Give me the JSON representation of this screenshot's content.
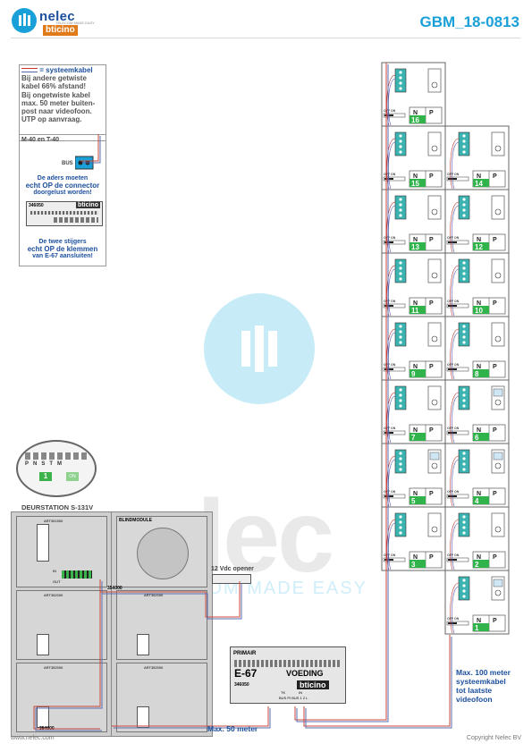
{
  "header": {
    "logo_text": "nelec",
    "logo_sub": "TELECOM MADE EASY",
    "brand2": "bticino",
    "code": "GBM_18-0813"
  },
  "note": {
    "legend": "= systeemkabel",
    "lines": [
      "Bij andere getwiste",
      "kabel 66% afstand!",
      "Bij ongetwiste kabel",
      "max. 50 meter buiten-",
      "post naar videofoon.",
      "UTP op aanvraag."
    ]
  },
  "panel": {
    "title": "M-40 en T-40",
    "bus": "BUS",
    "msg1": [
      "De aders moeten",
      "echt OP de connector",
      "doorgelust worden!"
    ],
    "module_code": "346050",
    "module_brand": "bticino",
    "msg2": [
      "De twee stijgers",
      "echt OP de klemmen",
      "van E-67 aansluiten!"
    ]
  },
  "dip": {
    "labels": [
      "P",
      "N",
      "S",
      "T",
      "M"
    ],
    "value": "1",
    "small": "ON"
  },
  "door_station": {
    "title": "DEURSTATION S-131V",
    "blind": "BLINDMODULE",
    "code1": "ART351500",
    "code2": "ART352000",
    "in": "IN",
    "out": "OUT",
    "tag1": "354000",
    "tag2": "354000"
  },
  "opener": "12 Vdc opener",
  "psu": {
    "primary": "PRIMAIR",
    "model": "E-67",
    "voeding": "VOEDING",
    "code": "346050",
    "brand": "bticino",
    "term_tk": "TK",
    "term_in": "IN",
    "terms": "BUS PI BUS 1 2 L"
  },
  "labels": {
    "max50": "Max. 50 meter",
    "max100": [
      "Max. 100 meter",
      "systeemkabel",
      "tot laatste",
      "videofoon"
    ],
    "website": "www.nelec.com",
    "copyright": "Copyright Nelec BV"
  },
  "watermark": {
    "text": "nelec",
    "sub": "TELECOM MADE EASY"
  },
  "monitors": [
    {
      "n": "16",
      "screen": false
    },
    {
      "n": "15",
      "screen": false
    },
    {
      "n": "14",
      "screen": false
    },
    {
      "n": "13",
      "screen": false
    },
    {
      "n": "12",
      "screen": false
    },
    {
      "n": "11",
      "screen": false
    },
    {
      "n": "10",
      "screen": false
    },
    {
      "n": "9",
      "screen": false
    },
    {
      "n": "8",
      "screen": false
    },
    {
      "n": "7",
      "screen": false
    },
    {
      "n": "6",
      "screen": true
    },
    {
      "n": "5",
      "screen": true
    },
    {
      "n": "4",
      "screen": true
    },
    {
      "n": "3",
      "screen": false
    },
    {
      "n": "2",
      "screen": false
    },
    {
      "n": "1",
      "screen": true
    }
  ],
  "unit_text": {
    "np_n": "N",
    "np_p": "P",
    "offon": "OFF ON"
  }
}
